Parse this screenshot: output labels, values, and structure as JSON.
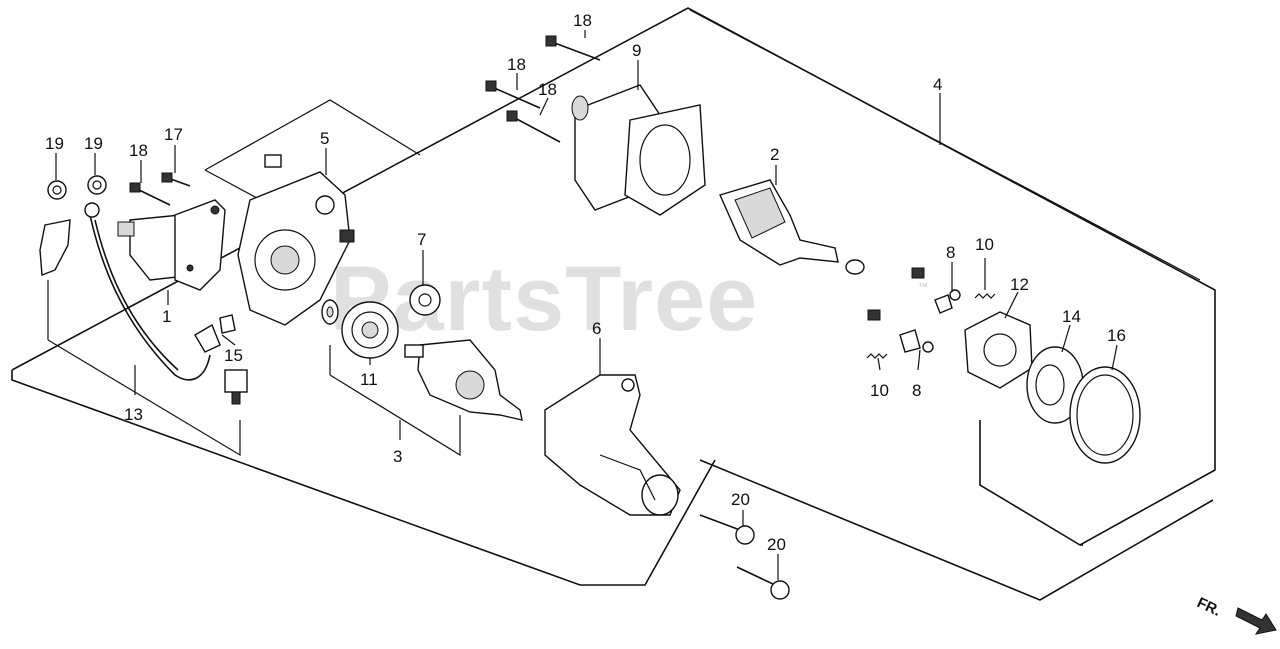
{
  "watermark": {
    "text": "PartsTree",
    "trademark": "™"
  },
  "front_indicator": {
    "label": "FR."
  },
  "callouts": {
    "c1": "1",
    "c2": "2",
    "c3": "3",
    "c4": "4",
    "c5": "5",
    "c6": "6",
    "c7": "7",
    "c8a": "8",
    "c8b": "8",
    "c9": "9",
    "c10a": "10",
    "c10b": "10",
    "c11": "11",
    "c12": "12",
    "c13": "13",
    "c14": "14",
    "c15": "15",
    "c16": "16",
    "c17": "17",
    "c18a": "18",
    "c18b": "18",
    "c18c": "18",
    "c18d": "18",
    "c19a": "19",
    "c19b": "19",
    "c20a": "20",
    "c20b": "20"
  }
}
